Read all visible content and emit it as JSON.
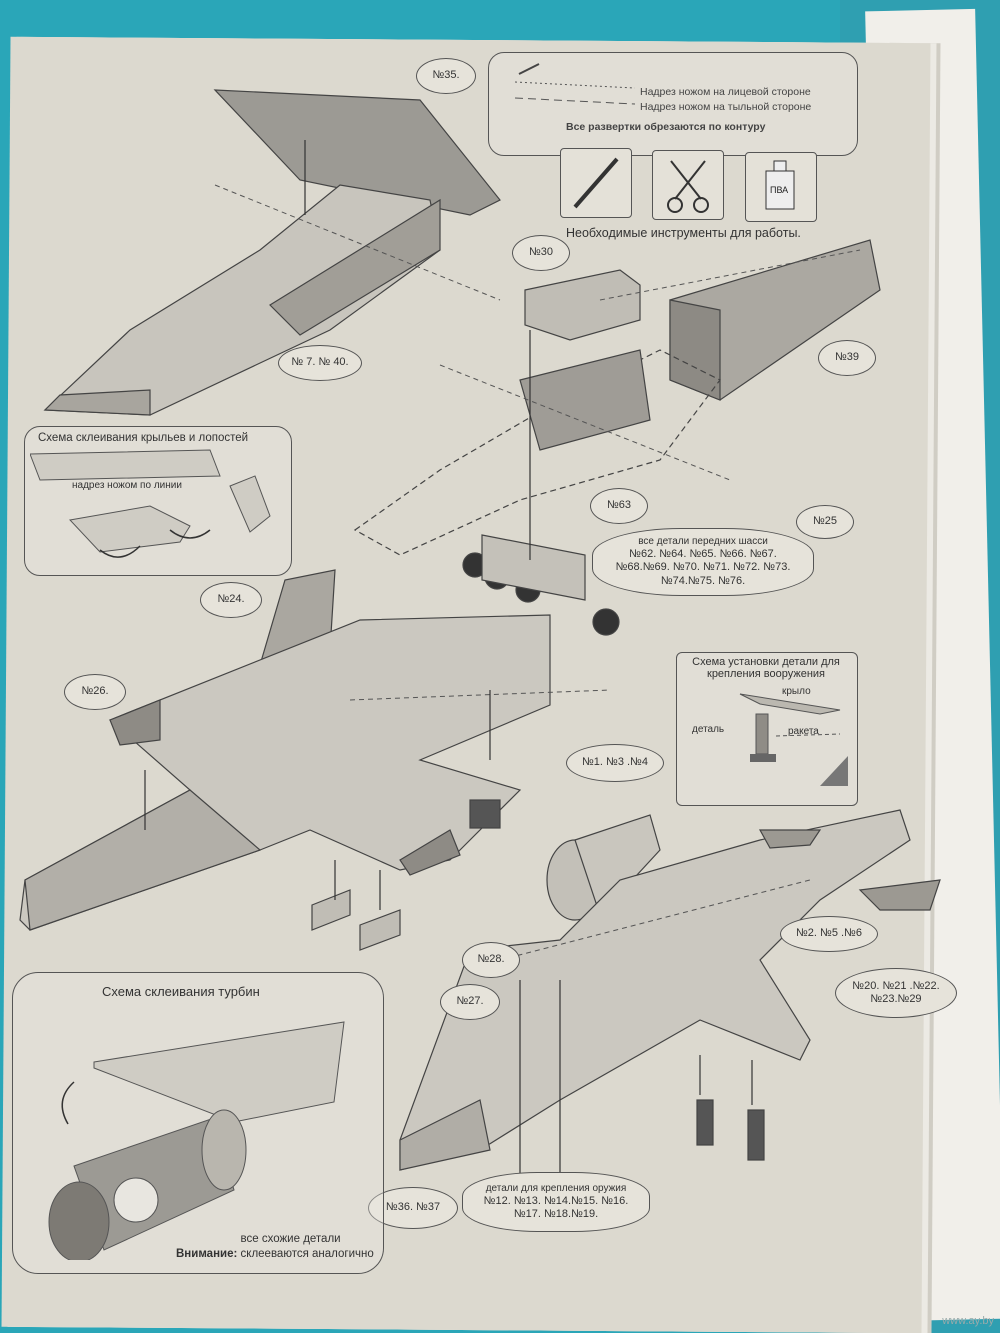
{
  "legend": {
    "line1": "Надрез ножом на лицевой стороне",
    "line2": "Надрез ножом на тыльной стороне",
    "note": "Все развертки обрезаются по контуру"
  },
  "tools": {
    "caption": "Необходимые инструменты для работы.",
    "glue_label": "ПВА"
  },
  "labels": {
    "p35": "№35.",
    "p7_40": "№ 7. № 40.",
    "p30": "№30",
    "p39": "№39",
    "p25": "№25",
    "p63": "№63",
    "nose_gear_title": "все детали передних шасси",
    "nose_gear_list": "№62. №64. №65. №66. №67. №68.№69. №70. №71. №72. №73. №74.№75. №76.",
    "p24": "№24.",
    "p26": "№26.",
    "p1_3_4": "№1. №3 .№4",
    "p2_5_6": "№2. №5 .№6",
    "p20_29": "№20. №21 .№22. №23.№29",
    "p28": "№28.",
    "p27": "№27.",
    "p36_37": "№36. №37",
    "weapon_title": "детали для крепления оружия",
    "weapon_list": "№12. №13. №14.№15. №16. №17. №18.№19."
  },
  "wing_scheme": {
    "title": "Схема склеивания крыльев и лопостей",
    "cut_label": "надрез ножом по линии"
  },
  "mount_scheme": {
    "title": "Схема установки детали для крепления вооружения",
    "wing": "крыло",
    "part": "деталь",
    "rocket": "ракета"
  },
  "turbine_scheme": {
    "title": "Схема склеивания турбин",
    "warning_bold": "Внимание:",
    "warning_text": "все схожие детали склееваются аналогично"
  },
  "watermark": "www.ay.by"
}
